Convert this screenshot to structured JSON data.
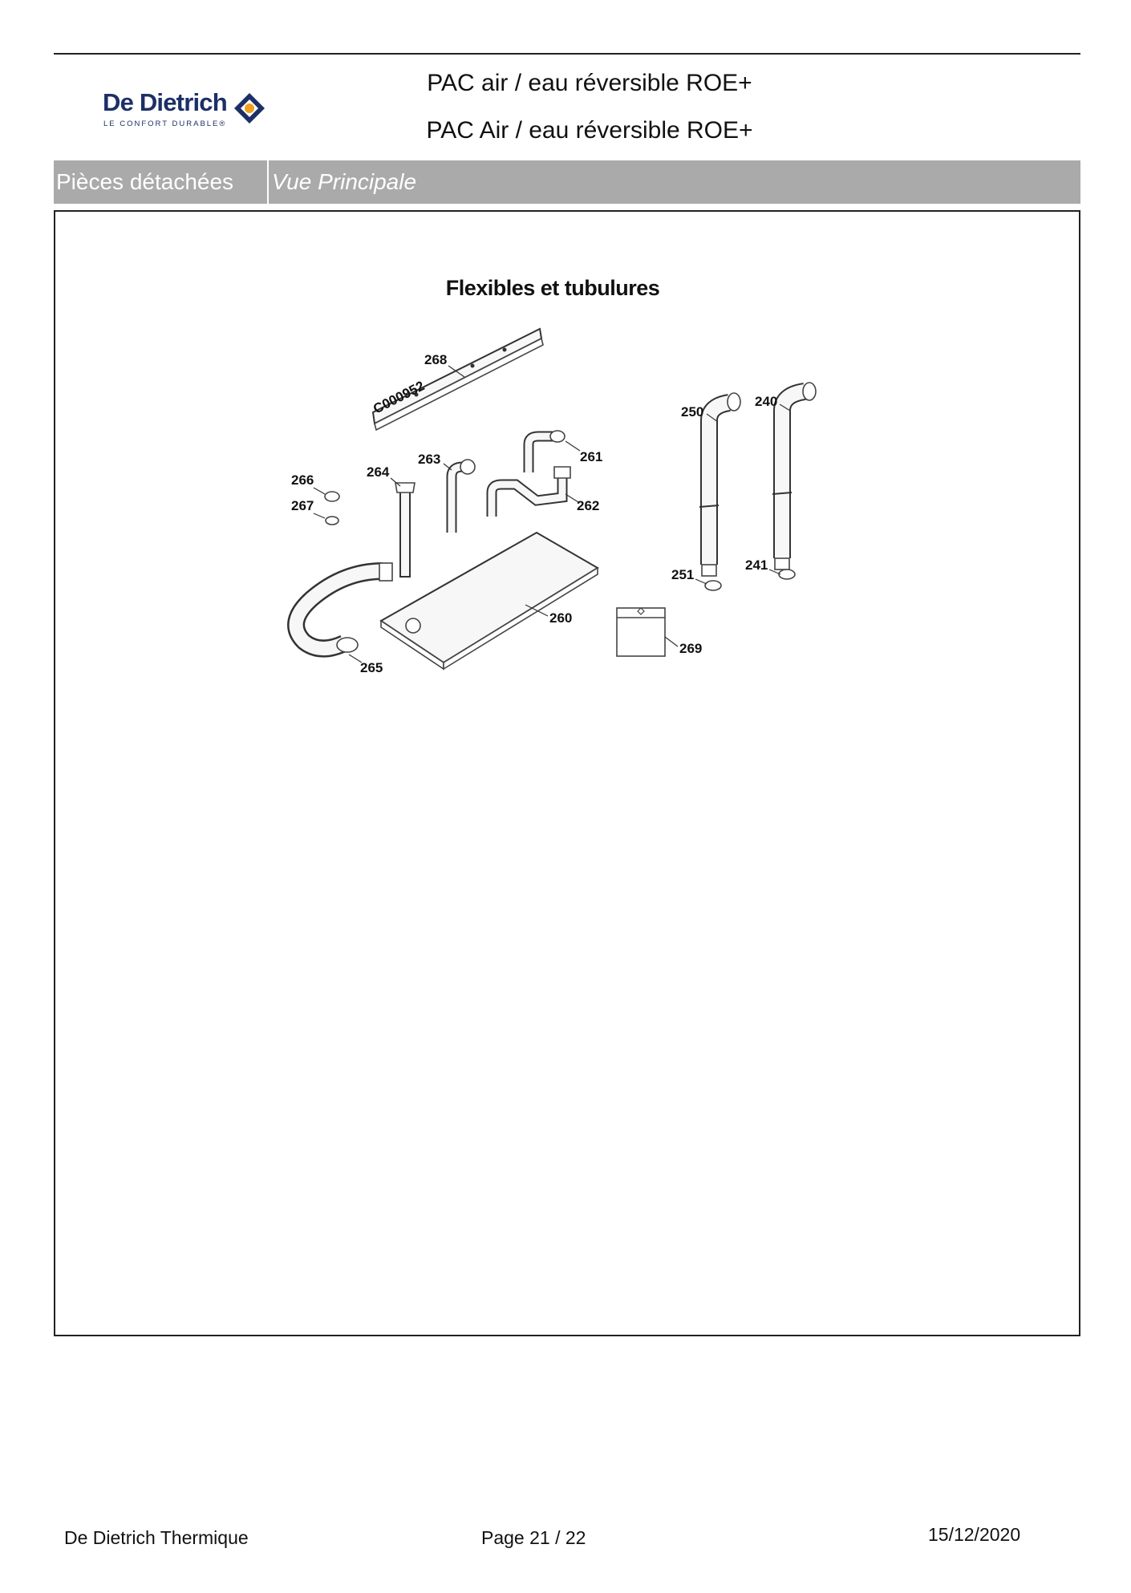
{
  "header": {
    "logo": {
      "brand": "De Dietrich",
      "tagline": "LE CONFORT DURABLE®"
    },
    "title_line1": "PAC air / eau réversible ROE+",
    "title_line2": "PAC Air / eau réversible ROE+"
  },
  "section": {
    "category": "Pièces détachées",
    "view": "Vue Principale"
  },
  "diagram": {
    "title": "Flexibles et tubulures",
    "drawing_code": "C000952",
    "part_numbers": {
      "p268": "268",
      "p250": "250",
      "p240": "240",
      "p261": "261",
      "p263": "263",
      "p264": "264",
      "p266": "266",
      "p267": "267",
      "p262": "262",
      "p251": "251",
      "p241": "241",
      "p260": "260",
      "p269": "269",
      "p265": "265"
    }
  },
  "footer": {
    "company": "De Dietrich Thermique",
    "page": "Page 21  /  22",
    "date": "15/12/2020"
  }
}
